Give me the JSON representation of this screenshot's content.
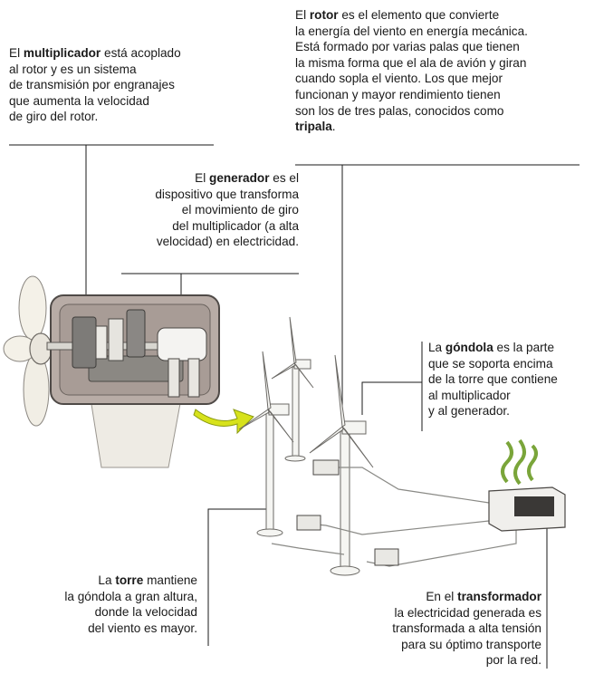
{
  "multiplicador": {
    "lines": [
      {
        "pre": "El ",
        "bold": "multiplicador",
        "post": " está acoplado"
      },
      {
        "pre": "al rotor y es un sistema",
        "bold": "",
        "post": ""
      },
      {
        "pre": "de transmisión por engranajes",
        "bold": "",
        "post": ""
      },
      {
        "pre": "que aumenta la velocidad",
        "bold": "",
        "post": ""
      },
      {
        "pre": "de giro del rotor.",
        "bold": "",
        "post": ""
      }
    ]
  },
  "rotor": {
    "lines": [
      {
        "pre": "El ",
        "bold": "rotor",
        "post": " es el elemento que convierte"
      },
      {
        "pre": "la energía del viento en energía mecánica.",
        "bold": "",
        "post": ""
      },
      {
        "pre": "Está formado por varias palas que tienen",
        "bold": "",
        "post": ""
      },
      {
        "pre": "la misma forma que el ala de avión y giran",
        "bold": "",
        "post": ""
      },
      {
        "pre": "cuando sopla el viento. Los que mejor",
        "bold": "",
        "post": ""
      },
      {
        "pre": "funcionan y mayor rendimiento tienen",
        "bold": "",
        "post": ""
      },
      {
        "pre": "son los de tres palas, conocidos como",
        "bold": "",
        "post": ""
      },
      {
        "pre": "",
        "bold": "tripala",
        "post": "."
      }
    ]
  },
  "generador": {
    "lines": [
      {
        "pre": "El ",
        "bold": "generador",
        "post": " es el"
      },
      {
        "pre": "dispositivo que transforma",
        "bold": "",
        "post": ""
      },
      {
        "pre": "el movimiento de giro",
        "bold": "",
        "post": ""
      },
      {
        "pre": "del multiplicador (a alta",
        "bold": "",
        "post": ""
      },
      {
        "pre": "velocidad) en electricidad.",
        "bold": "",
        "post": ""
      }
    ]
  },
  "gondola": {
    "lines": [
      {
        "pre": "La ",
        "bold": "góndola",
        "post": " es la parte"
      },
      {
        "pre": "que se soporta encima",
        "bold": "",
        "post": ""
      },
      {
        "pre": "de la torre que contiene",
        "bold": "",
        "post": ""
      },
      {
        "pre": "al multiplicador",
        "bold": "",
        "post": ""
      },
      {
        "pre": "y al generador.",
        "bold": "",
        "post": ""
      }
    ]
  },
  "torre": {
    "lines": [
      {
        "pre": "La ",
        "bold": "torre",
        "post": " mantiene"
      },
      {
        "pre": "la góndola a gran altura,",
        "bold": "",
        "post": ""
      },
      {
        "pre": "donde la velocidad",
        "bold": "",
        "post": ""
      },
      {
        "pre": "del viento es mayor.",
        "bold": "",
        "post": ""
      }
    ]
  },
  "transformador": {
    "lines": [
      {
        "pre": "En el ",
        "bold": "transformador",
        "post": ""
      },
      {
        "pre": "la electricidad generada es",
        "bold": "",
        "post": ""
      },
      {
        "pre": "transformada a alta tensión",
        "bold": "",
        "post": ""
      },
      {
        "pre": "para su óptimo transporte",
        "bold": "",
        "post": ""
      },
      {
        "pre": "por la red.",
        "bold": "",
        "post": ""
      }
    ]
  },
  "colors": {
    "arrow": "#d7e21b",
    "housing": "#b8aca6",
    "smoke": "#7aa53a"
  }
}
